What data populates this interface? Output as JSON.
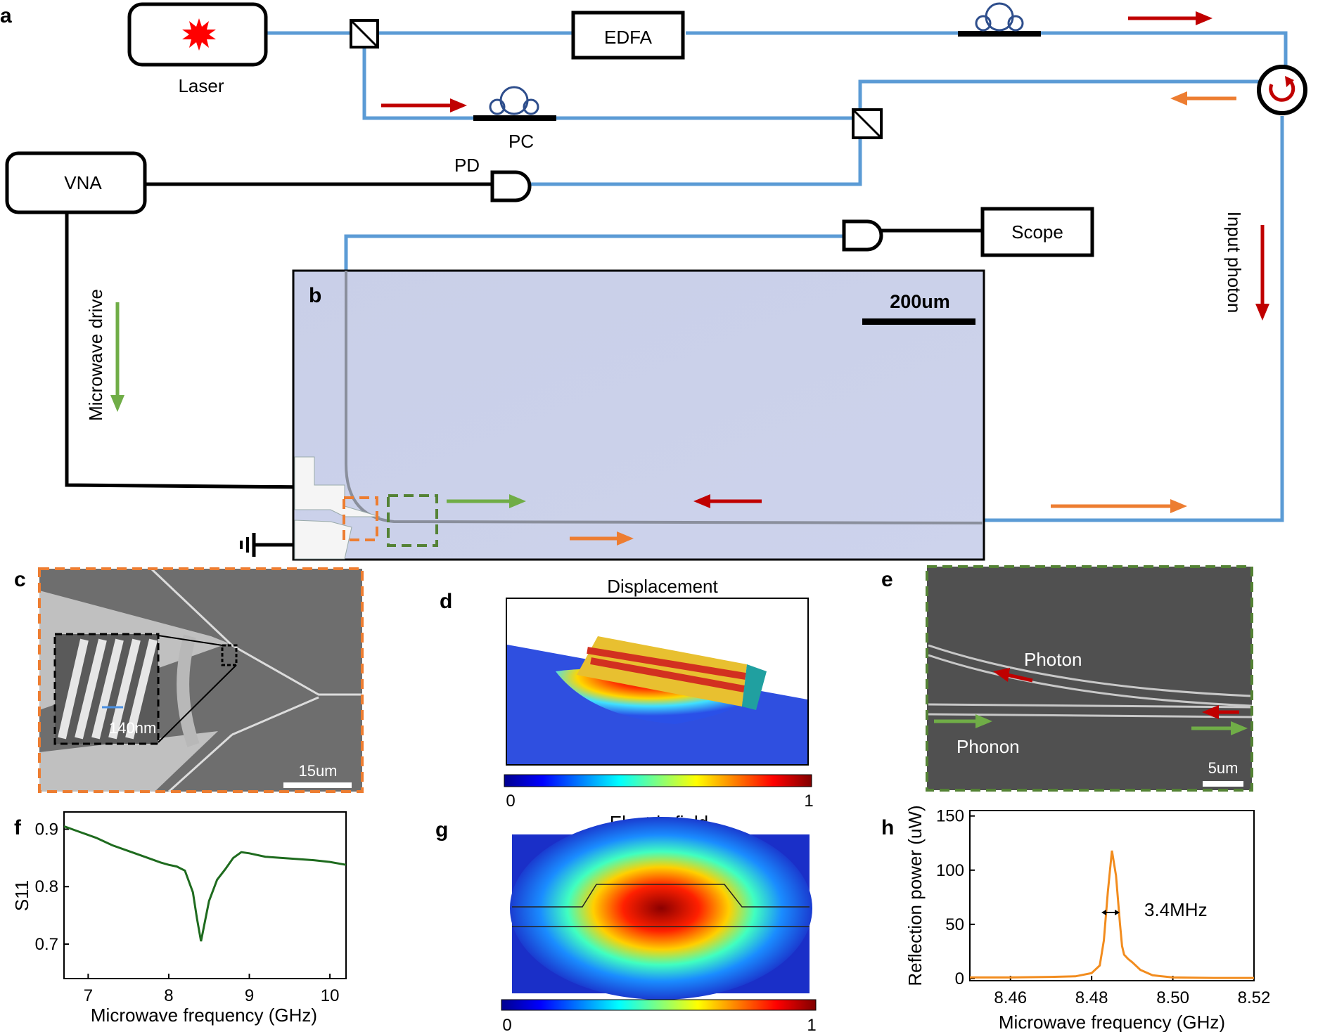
{
  "panel_labels": {
    "a": "a",
    "b": "b",
    "c": "c",
    "d": "d",
    "e": "e",
    "f": "f",
    "g": "g",
    "h": "h"
  },
  "setup": {
    "laser": "Laser",
    "edfa": "EDFA",
    "pc": "PC",
    "pd": "PD",
    "vna": "VNA",
    "scope": "Scope",
    "microwave_drive": "Microwave drive",
    "input_photon": "Input photon"
  },
  "micrograph_b": {
    "scale": "200um"
  },
  "sem_c": {
    "scale": "15um",
    "inset_label": "140nm"
  },
  "sem_e": {
    "photon": "Photon",
    "phonon": "Phonon",
    "scale": "5um"
  },
  "sim_d": {
    "title": "Displacement",
    "cbar_min": "0",
    "cbar_max": "1"
  },
  "sim_g": {
    "title": "Electric field",
    "cbar_min": "0",
    "cbar_max": "1"
  },
  "colors": {
    "fiber": "#5b9bd5",
    "red_arrow": "#c00000",
    "orange_arrow": "#ed7d31",
    "green_arrow": "#70ad47",
    "s11_line": "#1e6b1e",
    "refl_line": "#f28c1e"
  },
  "chart_data": [
    {
      "panel": "f",
      "type": "line",
      "xlabel": "Microwave frequency (GHz)",
      "ylabel": "S11",
      "xlim": [
        6.7,
        10.2
      ],
      "ylim": [
        0.64,
        0.93
      ],
      "xticks": [
        "7",
        "8",
        "9",
        "10"
      ],
      "yticks": [
        "0.7",
        "0.8",
        "0.9"
      ],
      "series": [
        {
          "x": [
            6.7,
            6.9,
            7.1,
            7.3,
            7.5,
            7.7,
            7.9,
            8.0,
            8.1,
            8.2,
            8.3,
            8.35,
            8.4,
            8.45,
            8.5,
            8.6,
            8.7,
            8.8,
            8.9,
            9.0,
            9.2,
            9.4,
            9.6,
            9.8,
            10.0,
            10.2
          ],
          "values": [
            0.905,
            0.895,
            0.885,
            0.872,
            0.862,
            0.852,
            0.842,
            0.838,
            0.835,
            0.828,
            0.79,
            0.745,
            0.705,
            0.74,
            0.775,
            0.812,
            0.83,
            0.85,
            0.86,
            0.858,
            0.852,
            0.85,
            0.848,
            0.846,
            0.843,
            0.838
          ]
        }
      ]
    },
    {
      "panel": "h",
      "type": "line",
      "xlabel": "Microwave frequency (GHz)",
      "ylabel": "Reflection power (uW)",
      "xlim": [
        8.45,
        8.52
      ],
      "ylim": [
        -2,
        155
      ],
      "xticks": [
        "8.46",
        "8.48",
        "8.50",
        "8.52"
      ],
      "yticks": [
        "0",
        "50",
        "100",
        "150"
      ],
      "annotation": "3.4MHz",
      "series": [
        {
          "x": [
            8.45,
            8.46,
            8.47,
            8.476,
            8.48,
            8.482,
            8.483,
            8.484,
            8.485,
            8.486,
            8.487,
            8.4875,
            8.488,
            8.489,
            8.49,
            8.492,
            8.495,
            8.5,
            8.51,
            8.52
          ],
          "values": [
            1,
            1,
            1.5,
            2,
            5,
            12,
            35,
            80,
            118,
            95,
            50,
            30,
            22,
            18,
            15,
            8,
            3,
            1,
            0.5,
            0.5
          ]
        }
      ]
    }
  ]
}
